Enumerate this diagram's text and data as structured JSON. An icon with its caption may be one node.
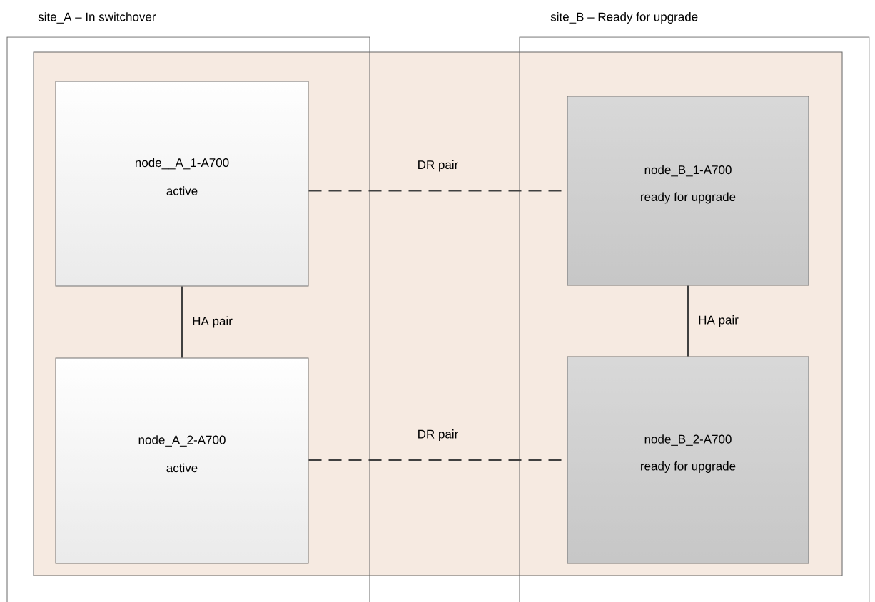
{
  "diagram": {
    "nodes": [
      {
        "text": [
          "site_A – In switchover"
        ]
      },
      {
        "text": [
          "site_B – Ready for upgrade"
        ]
      },
      {
        "text": [
          "node__A_1-A700",
          "active"
        ],
        "in": 0
      },
      {
        "text": [
          "node_B_1-A700",
          "ready for upgrade"
        ],
        "in": 1
      },
      {
        "text": [
          "node_A_2-A700",
          "active"
        ],
        "in": 0
      },
      {
        "text": [
          "node_B_2-A700",
          "ready for upgrade"
        ],
        "in": 1
      }
    ],
    "edges": [
      {
        "from": 2,
        "to": 3,
        "arrow": "none",
        "label": "DR pair",
        "style": "dashed"
      },
      {
        "from": 2,
        "to": 4,
        "arrow": "none",
        "label": "HA pair"
      },
      {
        "from": 3,
        "to": 5,
        "arrow": "none",
        "label": "HA pair"
      },
      {
        "from": 4,
        "to": 5,
        "arrow": "none",
        "label": "DR pair",
        "style": "dashed"
      }
    ]
  }
}
